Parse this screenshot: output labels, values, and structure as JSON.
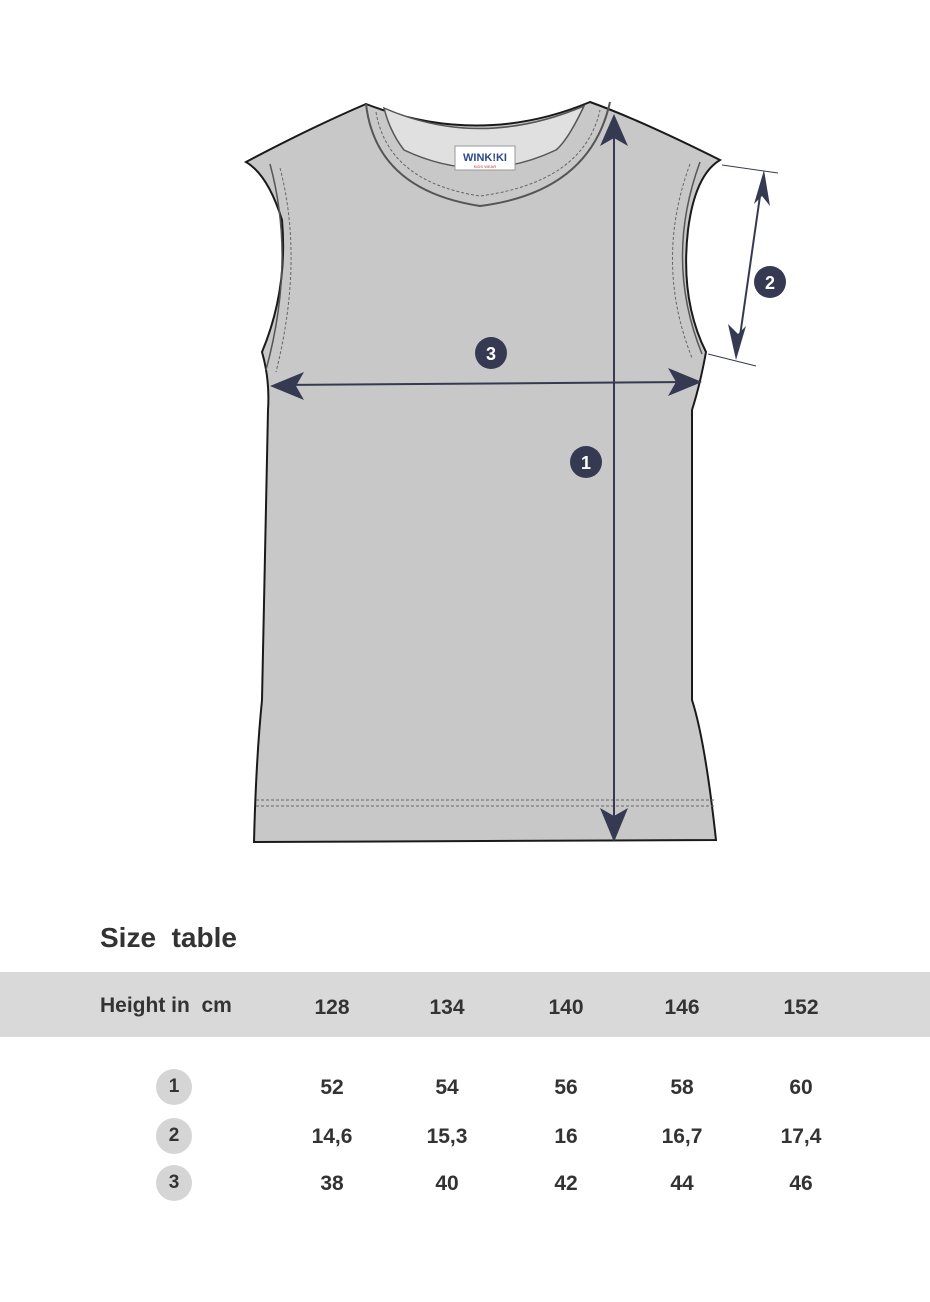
{
  "brand": {
    "name": "WINK!KI",
    "tagline": "KIDS WEAR"
  },
  "markers": [
    "1",
    "2",
    "3"
  ],
  "colors": {
    "garment": "#c8c8c8",
    "arrow": "#353a52",
    "band": "#d9d9d9",
    "badge": "#d5d5d5",
    "text": "#333333"
  },
  "size_table": {
    "title": "Size  table",
    "header_label": "Height in  cm",
    "sizes": [
      "128",
      "134",
      "140",
      "146",
      "152"
    ],
    "rows": [
      {
        "marker": "1",
        "values": [
          "52",
          "54",
          "56",
          "58",
          "60"
        ]
      },
      {
        "marker": "2",
        "values": [
          "14,6",
          "15,3",
          "16",
          "16,7",
          "17,4"
        ]
      },
      {
        "marker": "3",
        "values": [
          "38",
          "40",
          "42",
          "44",
          "46"
        ]
      }
    ]
  }
}
